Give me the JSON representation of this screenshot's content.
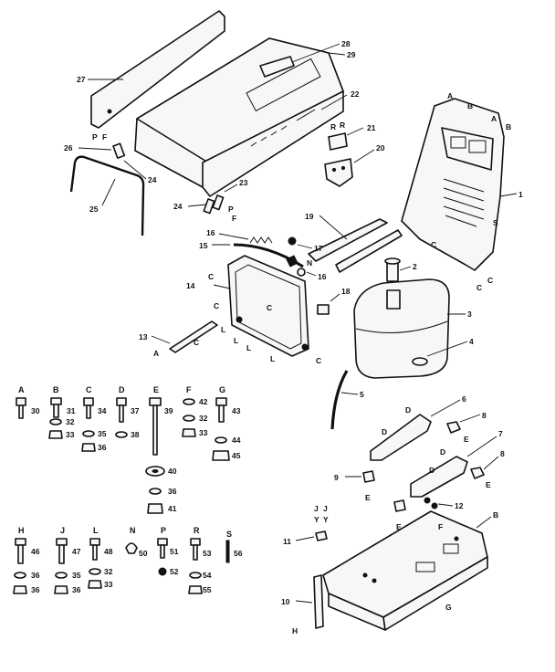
{
  "callouts": {
    "c1": "1",
    "c2": "2",
    "c3": "3",
    "c4": "4",
    "c5": "5",
    "c6": "6",
    "c7": "7",
    "c8": "8",
    "c9": "9",
    "c10": "10",
    "c11": "11",
    "c12": "12",
    "c13": "13",
    "c14": "14",
    "c15": "15",
    "c16a": "16",
    "c16b": "16",
    "c17": "17",
    "c18": "18",
    "c19": "19",
    "c20": "20",
    "c21": "21",
    "c22": "22",
    "c23": "23",
    "c24a": "24",
    "c24b": "24",
    "c25": "25",
    "c26": "26",
    "c27": "27",
    "c28": "28",
    "c29": "29"
  },
  "letters": {
    "A": "A",
    "B": "B",
    "C": "C",
    "D": "D",
    "E": "E",
    "F": "F",
    "G": "G",
    "H": "H",
    "J": "J",
    "L": "L",
    "N": "N",
    "P": "P",
    "R": "R",
    "S": "S",
    "Y": "Y"
  },
  "hardware": {
    "headers": [
      "A",
      "B",
      "C",
      "D",
      "E",
      "F",
      "G",
      "H",
      "J",
      "L",
      "N",
      "P",
      "R",
      "S"
    ],
    "numbers": {
      "n30": "30",
      "n31": "31",
      "n32": "32",
      "n33": "33",
      "n34": "34",
      "n35": "35",
      "n36": "36",
      "n37": "37",
      "n38": "38",
      "n39": "39",
      "n40": "40",
      "n41": "41",
      "n42": "42",
      "n43": "43",
      "n44": "44",
      "n45": "45",
      "n46": "46",
      "n47": "47",
      "n48": "48",
      "n50": "50",
      "n51": "51",
      "n52": "52",
      "n53": "53",
      "n54": "54",
      "n55": "55",
      "n56": "56"
    }
  }
}
